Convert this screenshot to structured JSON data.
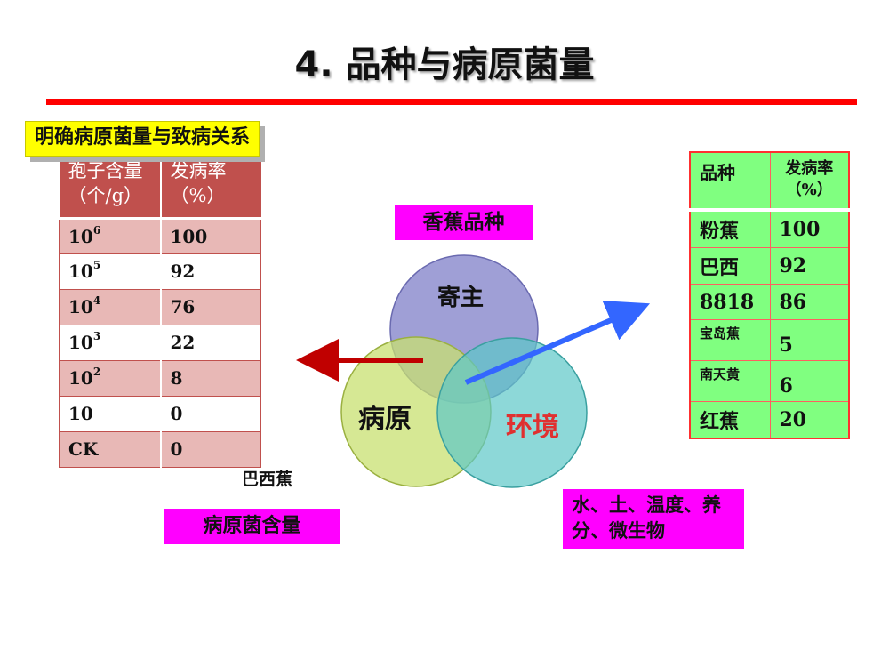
{
  "title": "4. 品种与病原菌量",
  "subtitle": "明确病原菌量与致病关系",
  "left_table": {
    "headers": [
      "孢子含量（个/g）",
      "发病率（%）"
    ],
    "rows": [
      {
        "base": "10",
        "exp": "6",
        "rate": "100"
      },
      {
        "base": "10",
        "exp": "5",
        "rate": "92"
      },
      {
        "base": "10",
        "exp": "4",
        "rate": "76"
      },
      {
        "base": "10",
        "exp": "3",
        "rate": "22"
      },
      {
        "base": "10",
        "exp": "2",
        "rate": "8"
      },
      {
        "base": "10",
        "exp": "",
        "rate": "0"
      },
      {
        "base": "CK",
        "exp": "",
        "rate": "0"
      }
    ],
    "note": "巴西蕉"
  },
  "labels": {
    "pathogen_amount": "病原菌含量",
    "variety": "香蕉品种",
    "environment": "水、土、温度、养分、微生物"
  },
  "venn": {
    "host": "寄主",
    "pathogen": "病原",
    "environment": "环境",
    "colors": {
      "host": "#7f7fc8",
      "pathogen": "#c8e070",
      "environment": "#5cc8c8",
      "env_text": "#e03030"
    }
  },
  "right_table": {
    "headers": [
      "品种",
      "发病率（%）"
    ],
    "rows": [
      {
        "name": "粉蕉",
        "rate": "100"
      },
      {
        "name": "巴西",
        "rate": "92"
      },
      {
        "name": "8818",
        "rate": "86"
      },
      {
        "name": "宝岛蕉",
        "rate": "5"
      },
      {
        "name": "南天黄",
        "rate": "6"
      },
      {
        "name": "红蕉",
        "rate": "20"
      }
    ]
  }
}
